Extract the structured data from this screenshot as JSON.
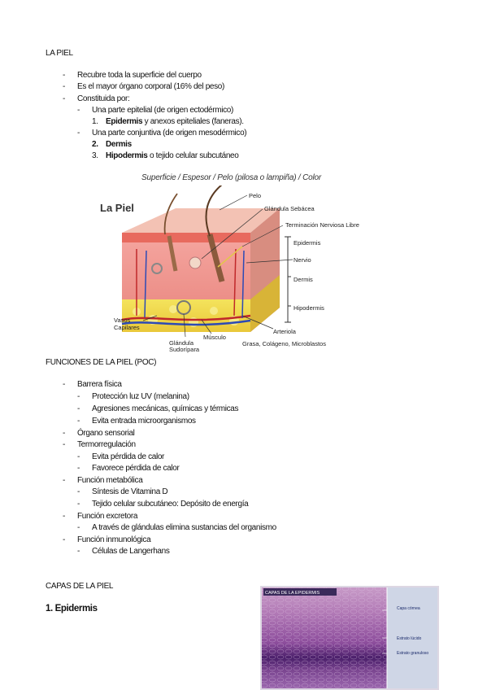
{
  "section1": {
    "title": "LA PIEL",
    "bullets": [
      "Recubre toda la superficie del cuerpo",
      "Es el mayor órgano corporal (16% del peso)",
      "Constituida por:"
    ],
    "sub1": "Una parte epitelial (de origen ectodérmico)",
    "n1_num": "1.",
    "n1_bold": "Epidermis",
    "n1_rest": " y anexos epiteliales (faneras).",
    "sub2": "Una parte conjuntiva (de origen mesodérmico)",
    "n2_num": "2.",
    "n2_bold": "Dermis",
    "n3_num": "3.",
    "n3_bold": "Hipodermis",
    "n3_rest": " o tejido celular subcutáneo",
    "caption": "Superficie / Espesor / Pelo (pilosa o lampiña) / Color"
  },
  "diagram": {
    "title": "La Piel",
    "labels": {
      "pelo": "Pelo",
      "glandula_sebacea": "Glándula Sebácea",
      "terminacion": "Terminación Nerviosa Libre",
      "epidermis": "Epidermis",
      "nervio": "Nervio",
      "dermis": "Dermis",
      "hipodermis": "Hipodermis",
      "arteriola": "Arteriola",
      "grasa": "Grasa, Colágeno, Microblastos",
      "musculo": "Músculo",
      "glandula_sudoripara_1": "Glándula",
      "glandula_sudoripara_2": "Sudorípara",
      "vasos_1": "Vasos",
      "vasos_2": "Capilares"
    }
  },
  "section2": {
    "title": "FUNCIONES DE LA PIEL (POC)",
    "items": [
      {
        "label": "Barrera física",
        "subs": [
          "Protección luz UV (melanina)",
          "Agresiones mecánicas, químicas y térmicas",
          "Evita entrada microorganismos"
        ]
      },
      {
        "label": "Órgano sensorial",
        "subs": []
      },
      {
        "label": "Termorregulación",
        "subs": [
          "Evita pérdida de calor",
          "Favorece pérdida de calor"
        ]
      },
      {
        "label": "Función metabólica",
        "subs": [
          "Síntesis de Vitamina D",
          "Tejido celular subcutáneo: Depósito de energía"
        ]
      },
      {
        "label": "Función excretora",
        "subs": [
          "A través de glándulas elimina sustancias del organismo"
        ]
      },
      {
        "label": "Función inmunológica",
        "subs": [
          "Células de Langerhans"
        ]
      }
    ]
  },
  "section3": {
    "title": "CAPAS DE LA PIEL",
    "heading": "1. Epidermis",
    "micro": {
      "title": "CAPAS DE LA EPIDERMIS",
      "label1": "Capa córnea",
      "label2": "Estrato lúcido",
      "label3": "Estrato granuloso"
    }
  },
  "dash": "-"
}
